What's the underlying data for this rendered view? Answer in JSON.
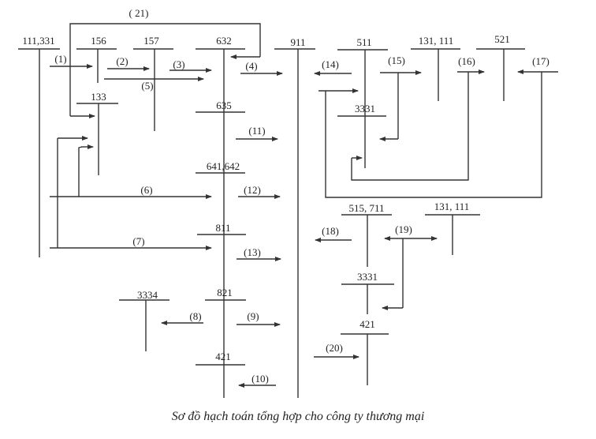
{
  "accounts": {
    "a111_331": "111,331",
    "a156": "156",
    "a157": "157",
    "a632": "632",
    "a911": "911",
    "a511": "511",
    "a131_111_top": "131, 111",
    "a521": "521",
    "a133": "133",
    "a635": "635",
    "a3331_top": "3331",
    "a641_642": "641,642",
    "a811": "811",
    "a515_711": "515, 711",
    "a131_111_bottom": "131, 111",
    "a3334": "3334",
    "a821": "821",
    "a3331_bottom": "3331",
    "a421_left": "421",
    "a421_right": "421"
  },
  "steps": {
    "s1": "(1)",
    "s2": "(2)",
    "s3": "(3)",
    "s4": "(4)",
    "s5": "(5)",
    "s6": "(6)",
    "s7": "(7)",
    "s8": "(8)",
    "s9": "(9)",
    "s10": "(10)",
    "s11": "(11)",
    "s12": "(12)",
    "s13": "(13)",
    "s14": "(14)",
    "s15": "(15)",
    "s16": "(16)",
    "s17": "(17)",
    "s18": "(18)",
    "s19": "(19)",
    "s20": "(20)",
    "s21": "( 21)"
  },
  "caption": "Sơ đồ hạch toán tổng hợp cho công ty thương mại"
}
